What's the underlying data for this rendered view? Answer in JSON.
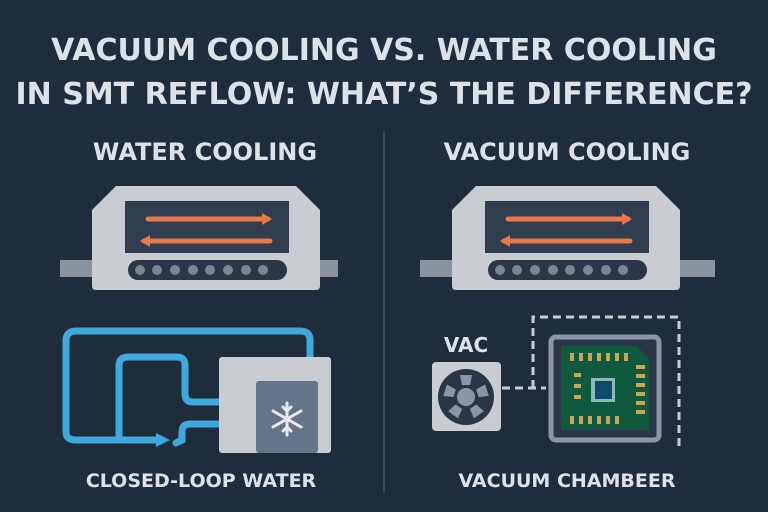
{
  "title": {
    "line1": "VACUUM COOLING VS. WATER COOLING",
    "line2": "IN SMT REFLOW: WHAT’S THE DIFFERENCE?"
  },
  "left": {
    "heading": "WATER COOLING",
    "caption": "CLOSED-LOOP WATER",
    "icon": "snowflake-icon"
  },
  "right": {
    "heading": "VACUUM COOLING",
    "vac_label": "VAC",
    "caption": "VACUUM CHAMBEER",
    "icon": "fan-icon"
  },
  "colors": {
    "background": "#1e2c3c",
    "text": "#dde2e8",
    "arrow": "#e8774a",
    "water": "#3fa8dc",
    "oven": "#c9ccd0",
    "pcb": "#0f5a3e"
  }
}
